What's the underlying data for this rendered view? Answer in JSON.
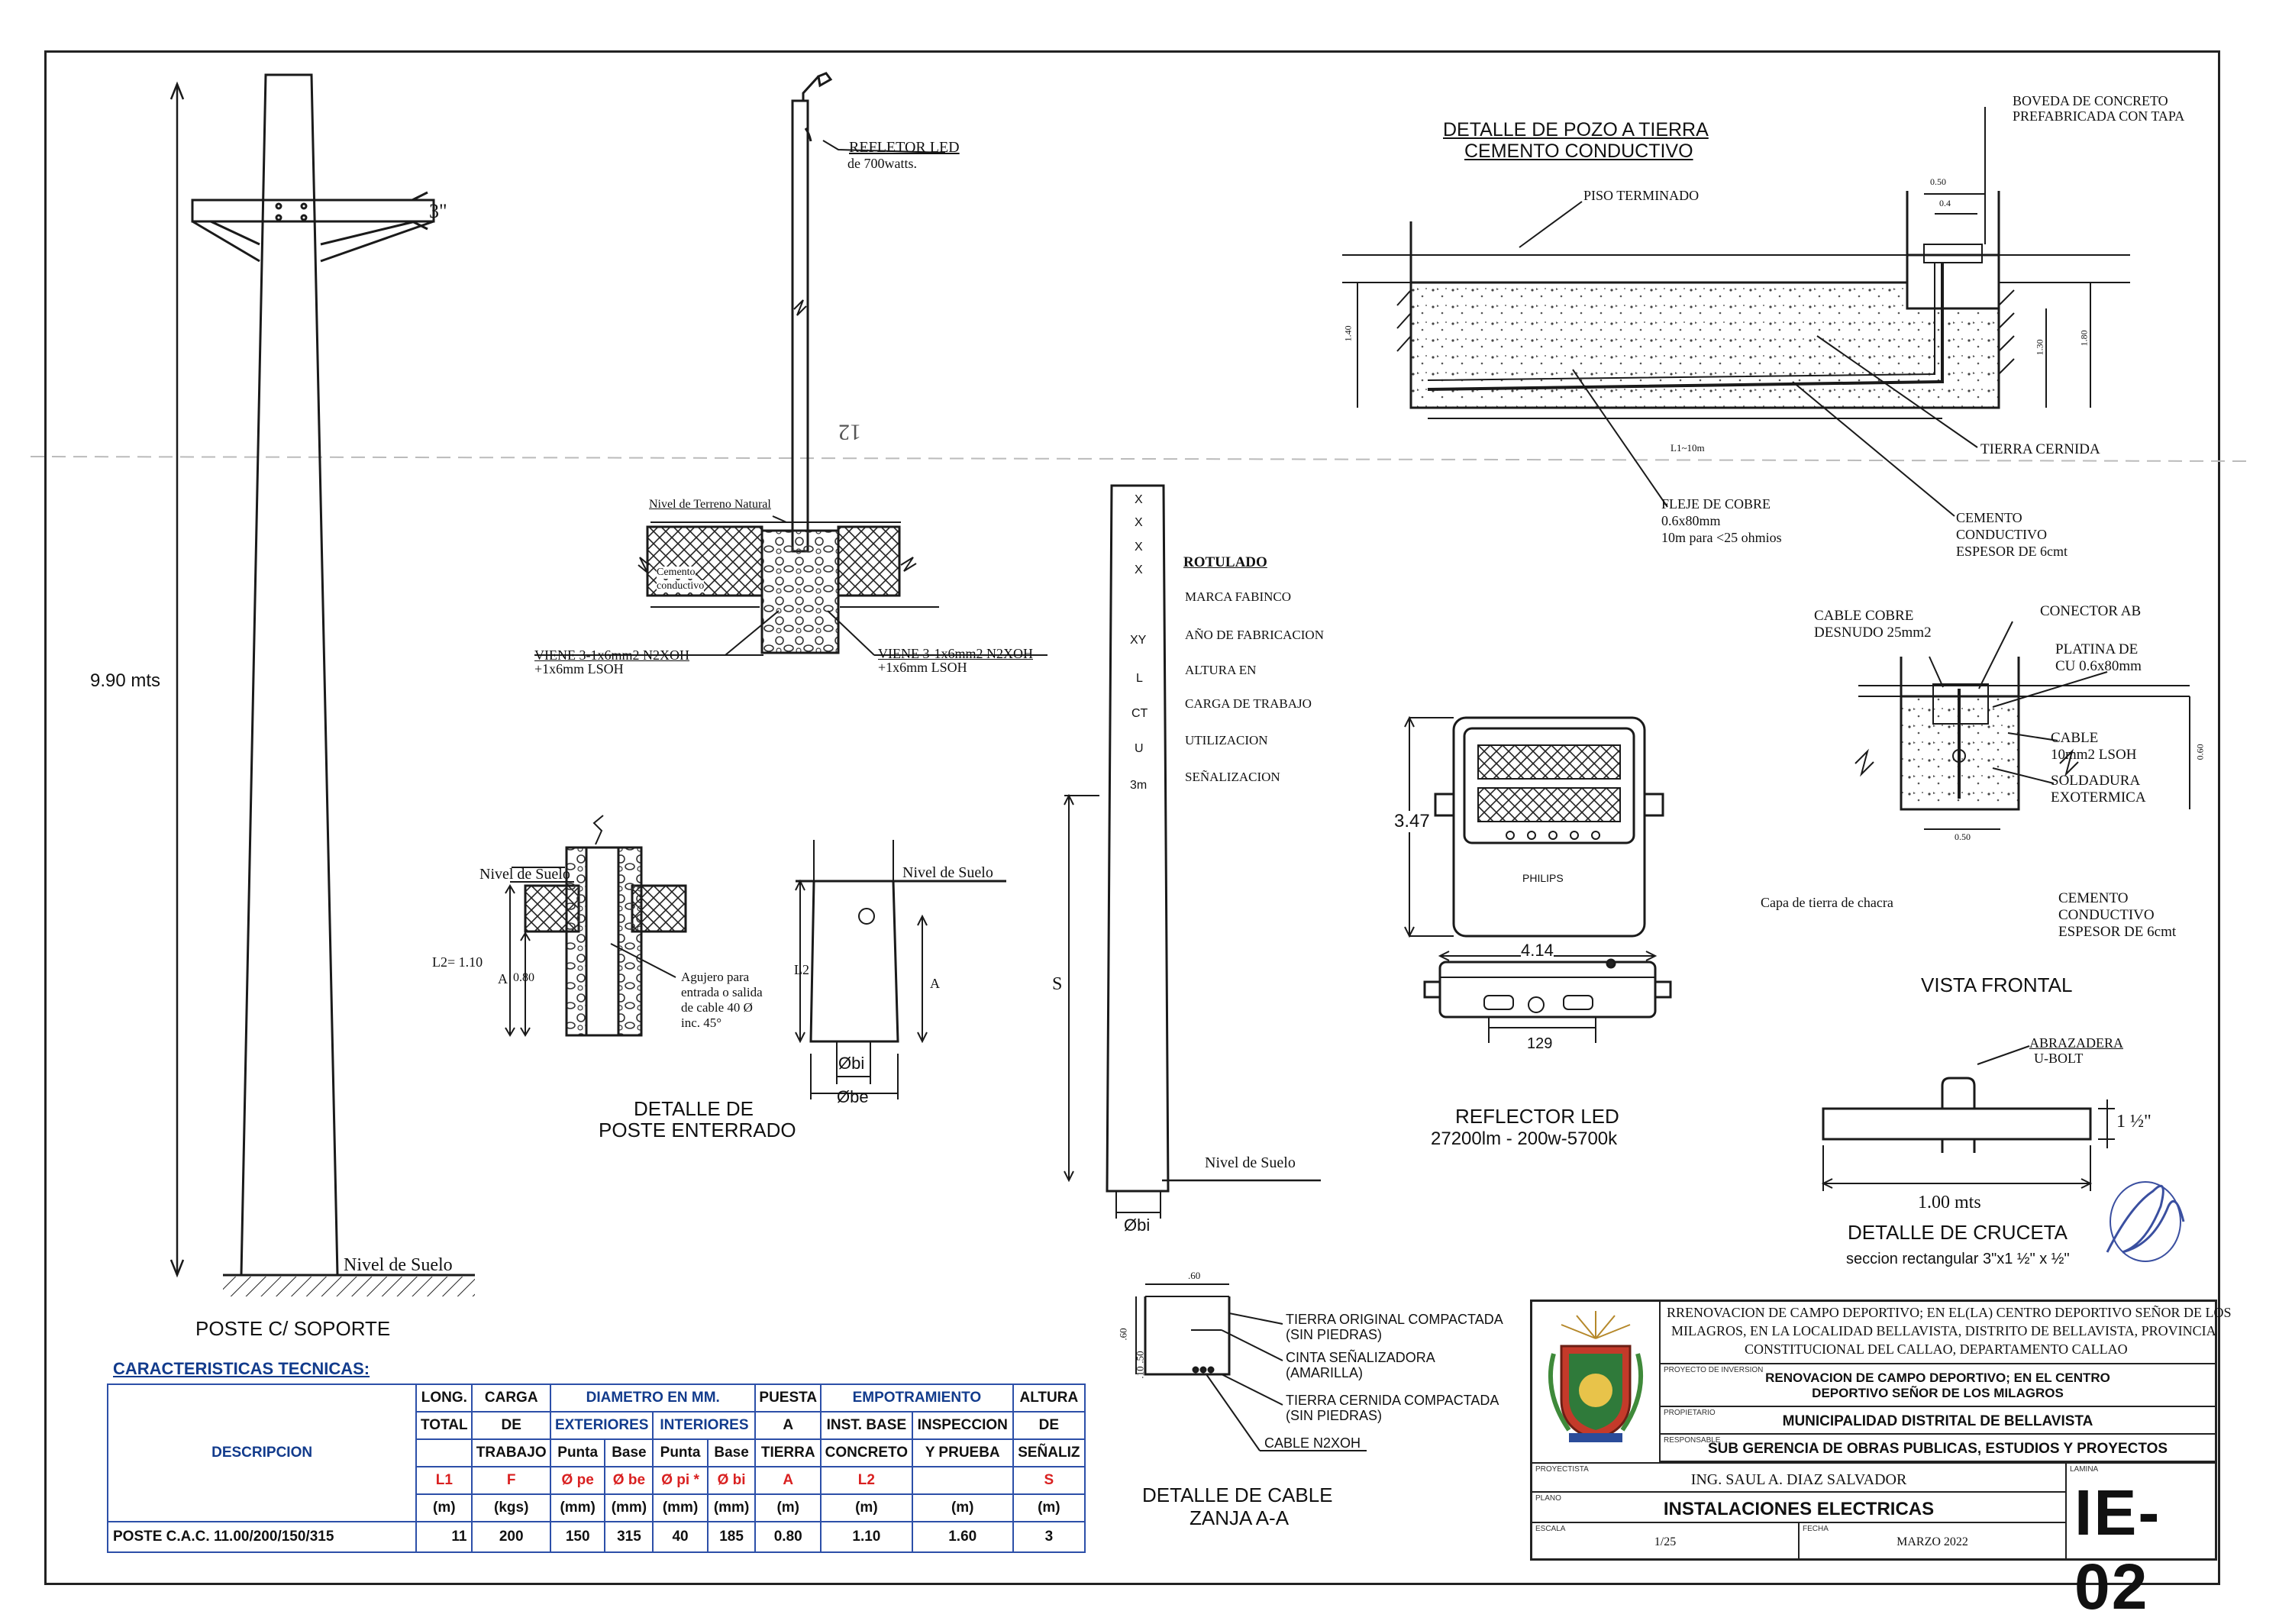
{
  "poste_soporte": {
    "dim_3": "3\"",
    "height": "9.90 mts",
    "nivel_suelo": "Nivel de Suelo",
    "title": "POSTE C/ SOPORTE"
  },
  "reflector_pole": {
    "reflector_label": "REFLETOR LED",
    "reflector_sub": "de 700watts.",
    "rotated_12": "12",
    "nivel_terreno": "Nivel de Terreno Natural",
    "cemento_label": "Cemento",
    "cemento_sub": "conductivo",
    "viene_left_1": "VIENE 3-1x6mm2 N2XOH",
    "viene_left_2": "+1x6mm LSOH",
    "viene_right_1": "VIENE 3-1x6mm2 N2XOH",
    "viene_right_2": "+1x6mm LSOH"
  },
  "poste_enterrado": {
    "nivel_suelo_left": "Nivel de Suelo",
    "nivel_suelo_right": "Nivel de Suelo",
    "l2": "L2= 1.10",
    "a_left": "A",
    "a_val": "0.80",
    "agujero_1": "Agujero para",
    "agujero_2": "entrada o salida",
    "agujero_3": "de cable 40 Ø",
    "agujero_4": "inc. 45°",
    "l2_right": "L2",
    "a_right": "A",
    "obi": "Øbi",
    "obe": "Øbe",
    "title_1": "DETALLE DE",
    "title_2": "POSTE ENTERRADO"
  },
  "rotulado": {
    "column_marks": [
      "X",
      "X",
      "X",
      "X",
      "XY",
      "L",
      "CT",
      "U",
      "3m"
    ],
    "title": "ROTULADO",
    "items": [
      "MARCA FABINCO",
      "AÑO DE FABRICACION",
      "ALTURA EN",
      "CARGA DE TRABAJO",
      "UTILIZACION",
      "SEÑALIZACION"
    ],
    "s": "S",
    "nivel_suelo": "Nivel de Suelo",
    "obi": "Øbi"
  },
  "pozo_tierra": {
    "title_1": "DETALLE DE POZO A TIERRA",
    "title_2": "CEMENTO CONDUCTIVO",
    "boveda_1": "BOVEDA DE CONCRETO",
    "boveda_2": "PREFABRICADA CON TAPA",
    "piso": "PISO TERMINADO",
    "dim_050": "0.50",
    "dim_04": "0.4",
    "dim_140": "1.40",
    "dim_130": "1.30",
    "dim_180": "1.80",
    "dim_l1": "L1~10m",
    "tierra_cernida": "TIERRA CERNIDA",
    "fleje_1": "FLEJE DE COBRE",
    "fleje_2": "0.6x80mm",
    "fleje_3": "10m para <25 ohmios",
    "cemento_1": "CEMENTO",
    "cemento_2": "CONDUCTIVO",
    "cemento_3": "ESPESOR DE 6cmt"
  },
  "vista_frontal": {
    "cable_cobre_1": "CABLE COBRE",
    "cable_cobre_2": "DESNUDO 25mm2",
    "conector": "CONECTOR AB",
    "platina_1": "PLATINA DE",
    "platina_2": "CU 0.6x80mm",
    "cable_1": "CABLE",
    "cable_2": "10mm2 LSOH",
    "soldadura_1": "SOLDADURA",
    "soldadura_2": "EXOTERMICA",
    "dim_060": "0.60",
    "dim_050": "0.50",
    "capa": "Capa de tierra de chacra",
    "cemento_1": "CEMENTO",
    "cemento_2": "CONDUCTIVO",
    "cemento_3": "ESPESOR DE 6cmt",
    "title": "VISTA FRONTAL"
  },
  "reflector_led": {
    "dim_347": "3.47",
    "brand": "PHILIPS",
    "dim_414": "4.14",
    "dim_129": "129",
    "title_1": "REFLECTOR  LED",
    "title_2": "27200lm - 200w-5700k"
  },
  "cruceta": {
    "abrazadera_1": "ABRAZADERA",
    "abrazadera_2": "U-BOLT",
    "dim_height": "1 ½\"",
    "dim_length": "1.00 mts",
    "title": "DETALLE DE CRUCETA",
    "subtitle": "seccion rectangular 3\"x1 ½\" x ½\""
  },
  "cable_zanja": {
    "dim_60": ".60",
    "dim_left_60": ".60",
    "dim_50": ".50",
    "dim_10": ".10",
    "tierra_original_1": "TIERRA ORIGINAL COMPACTADA",
    "tierra_original_2": "(SIN PIEDRAS)",
    "cinta_1": "CINTA SEÑALIZADORA",
    "cinta_2": "(AMARILLA)",
    "tierra_cernida_1": "TIERRA CERNIDA COMPACTADA",
    "tierra_cernida_2": "(SIN PIEDRAS)",
    "cable": "CABLE N2XOH",
    "title_1": "DETALLE DE CABLE",
    "title_2": "ZANJA A-A"
  },
  "tech_table": {
    "caption": "CARACTERISTICAS TECNICAS:",
    "h_desc": "DESCRIPCION",
    "h_long_1": "LONG.",
    "h_long_2": "TOTAL",
    "h_long_sym": "L1",
    "h_long_unit": "(m)",
    "h_carga_1": "CARGA",
    "h_carga_2": "DE",
    "h_carga_3": "TRABAJO",
    "h_carga_sym": "F",
    "h_carga_unit": "(kgs)",
    "h_diam": "DIAMETRO EN MM.",
    "h_ext": "EXTERIORES",
    "h_int": "INTERIORES",
    "h_punta": "Punta",
    "h_base": "Base",
    "h_punta2": "Punta",
    "h_base2": "Base",
    "h_ope": "Ø pe",
    "h_obe": "Ø be",
    "h_opi": "Ø pi *",
    "h_obi": "Ø bi",
    "h_mm": "(mm)",
    "h_puesta_1": "PUESTA",
    "h_puesta_2": "A",
    "h_puesta_3": "TIERRA",
    "h_puesta_sym": "A",
    "h_puesta_unit": "(m)",
    "h_empotr": "EMPOTRAMIENTO",
    "h_inst_1": "INST. BASE",
    "h_inst_2": "CONCRETO",
    "h_inst_sym": "L2",
    "h_inst_unit": "(m)",
    "h_insp_1": "INSPECCION",
    "h_insp_2": "Y PRUEBA",
    "h_insp_unit": "(m)",
    "h_alt_1": "ALTURA",
    "h_alt_2": "DE",
    "h_alt_3": "SEÑALIZ",
    "h_alt_sym": "S",
    "h_alt_unit": "(m)",
    "row": {
      "desc": "POSTE C.A.C. 11.00/200/150/315",
      "long": "11",
      "carga": "200",
      "punta_ext": "150",
      "base_ext": "315",
      "punta_int": "40",
      "base_int": "185",
      "puesta": "0.80",
      "inst": "1.10",
      "insp": "1.60",
      "alt": "3"
    }
  },
  "title_block": {
    "project_1": "RRENOVACION DE CAMPO DEPORTIVO; EN EL(LA) CENTRO DEPORTIVO SEÑOR DE LOS",
    "project_2": "MILAGROS, EN LA LOCALIDAD BELLAVISTA, DISTRITO DE BELLAVISTA, PROVINCIA",
    "project_3": "CONSTITUCIONAL DEL CALLAO, DEPARTAMENTO CALLAO",
    "lbl_proyecto": "PROYECTO DE INVERSION",
    "renov_1": "RENOVACION DE CAMPO DEPORTIVO; EN EL CENTRO",
    "renov_2": "DEPORTIVO SEÑOR DE LOS MILAGROS",
    "lbl_propietario": "PROPIETARIO",
    "propietario": "MUNICIPALIDAD DISTRITAL DE BELLAVISTA",
    "lbl_responsable": "RESPONSABLE",
    "responsable": "SUB GERENCIA DE OBRAS PUBLICAS, ESTUDIOS Y PROYECTOS",
    "lbl_proyectista": "PROYECTISTA",
    "proyectista": "ING. SAUL A. DIAZ SALVADOR",
    "lbl_plano": "PLANO",
    "plano": "INSTALACIONES ELECTRICAS",
    "lbl_escala": "ESCALA",
    "escala": "1/25",
    "lbl_fecha": "FECHA",
    "fecha": "MARZO 2022",
    "lbl_lamina": "LAMINA",
    "lamina": "IE-02"
  }
}
